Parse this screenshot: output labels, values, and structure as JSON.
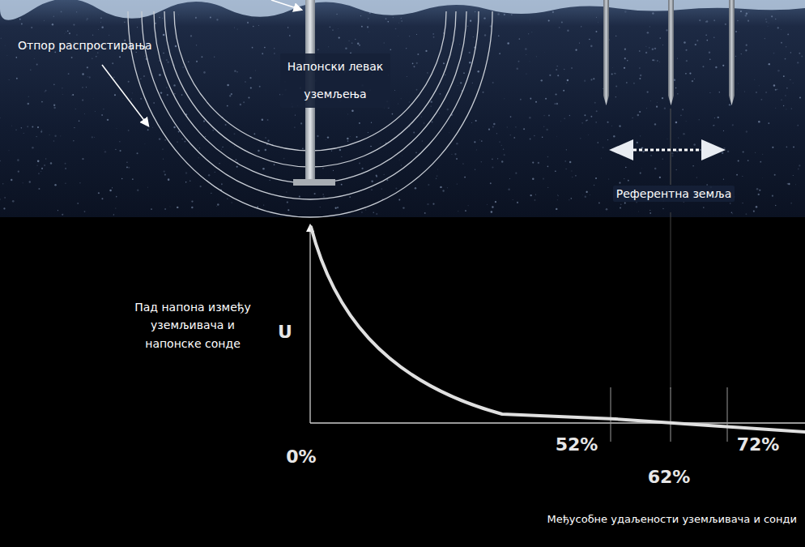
{
  "diagram": {
    "labels": [
      "Отпор распростирања",
      "Напонски левак уземљења",
      "Референтна земља",
      "Пад напона између уземљивача и напонске сонде",
      "U",
      "0%",
      "52%",
      "62%",
      "72%",
      "Међусобне удаљености уземљивача и сонди"
    ]
  }
}
